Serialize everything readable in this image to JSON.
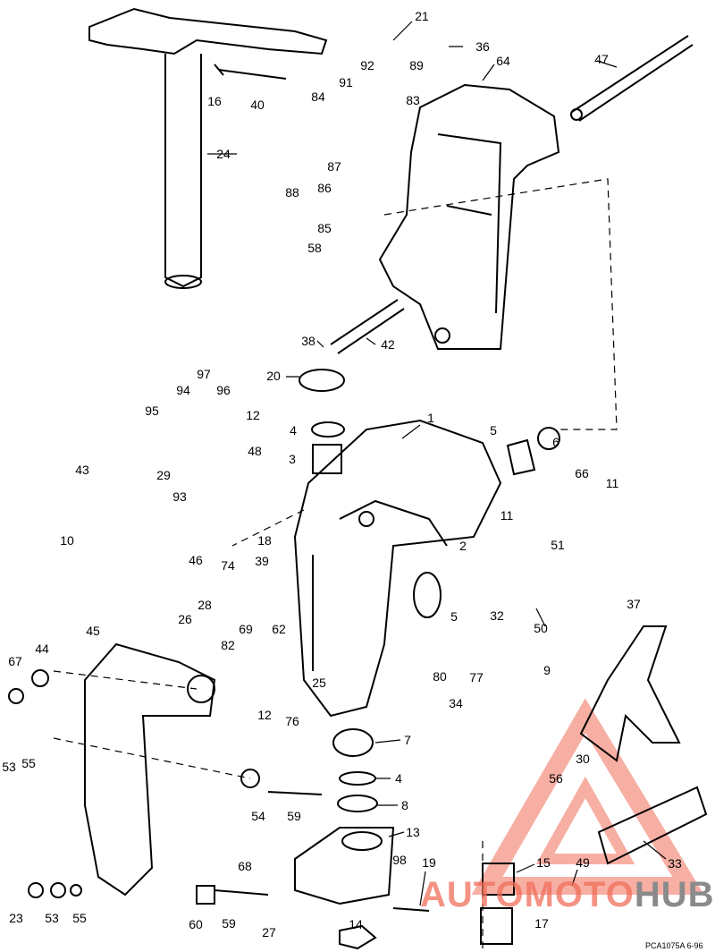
{
  "labels": [
    "21",
    "36",
    "47",
    "64",
    "92",
    "89",
    "91",
    "83",
    "84",
    "16",
    "40",
    "24",
    "87",
    "86",
    "88",
    "85",
    "58",
    "38",
    "42",
    "20",
    "97",
    "94",
    "96",
    "95",
    "12",
    "4",
    "1",
    "5",
    "6",
    "48",
    "3",
    "29",
    "43",
    "93",
    "66",
    "11",
    "10",
    "11",
    "18",
    "46",
    "74",
    "39",
    "2",
    "51",
    "28",
    "26",
    "32",
    "5",
    "50",
    "37",
    "62",
    "69",
    "82",
    "45",
    "44",
    "67",
    "80",
    "77",
    "34",
    "9",
    "25",
    "12",
    "76",
    "7",
    "53",
    "55",
    "30",
    "56",
    "4",
    "8",
    "54",
    "59",
    "13",
    "33",
    "15",
    "98",
    "19",
    "49",
    "68",
    "23",
    "53",
    "55",
    "60",
    "59",
    "27",
    "14",
    "17"
  ],
  "watermark": {
    "part1": "AUTOMOTO",
    "part2": "HUB",
    "color1": "#f06e5a",
    "color2": "#8a8a8a"
  },
  "footer": "PCA1075A   6-96"
}
